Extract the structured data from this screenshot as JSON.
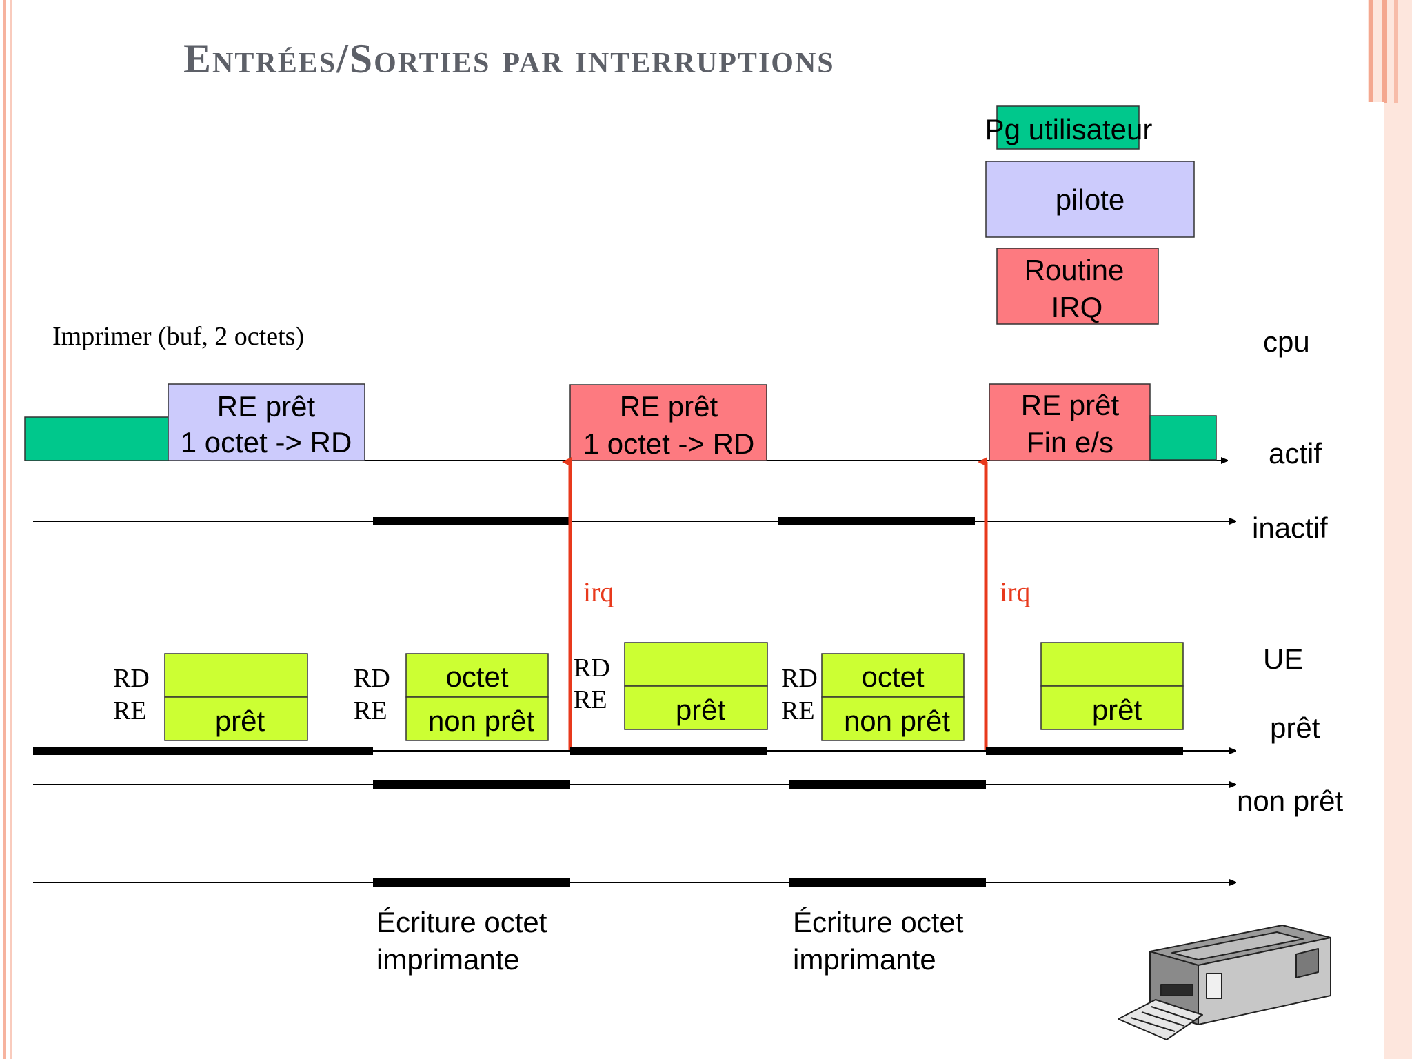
{
  "title": "Entrées/Sorties par interruptions",
  "legend": {
    "user_program": "Pg utilisateur",
    "driver": "pilote",
    "irq_routine_line1": "Routine",
    "irq_routine_line2": "IRQ"
  },
  "call_label": "Imprimer (buf, 2 octets)",
  "cpu_lane": {
    "label": "cpu",
    "active_label": "actif",
    "inactive_label": "inactif",
    "box1_line1": "RE prêt",
    "box1_line2": "1 octet -> RD",
    "box2_line1": "RE prêt",
    "box2_line2": "1 octet -> RD",
    "box3_line1": "RE prêt",
    "box3_line2": "Fin e/s"
  },
  "irq_label": "irq",
  "ue_lane": {
    "label": "UE",
    "ready_label": "prêt",
    "not_ready_label": "non prêt",
    "rd": "RD",
    "re": "RE",
    "state_ready": "prêt",
    "state_not_ready": "non prêt",
    "byte": "octet"
  },
  "printer_lane": {
    "write_line1": "Écriture octet",
    "write_line2": "imprimante"
  },
  "colors": {
    "user_program": "#00c88c",
    "driver": "#cccbfc",
    "irq_routine": "#fd7a80",
    "register": "#ccff33",
    "irq_arrow": "#e8391c"
  }
}
